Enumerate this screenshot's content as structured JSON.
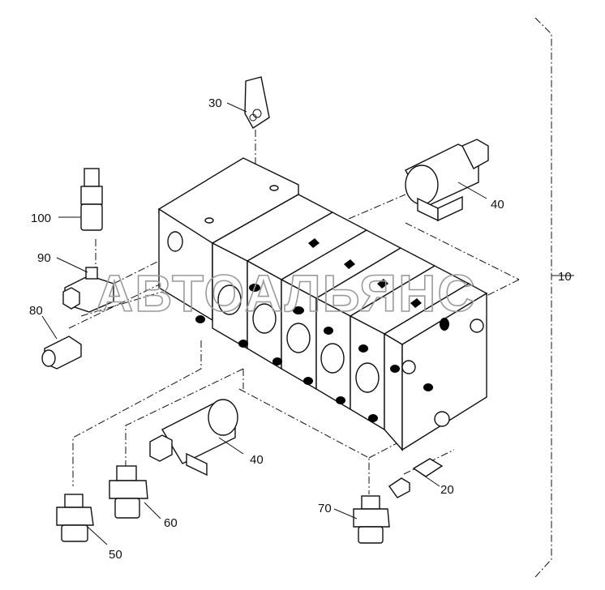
{
  "watermark": "АВТОАЛЬЯНС",
  "callouts": {
    "c10": "10",
    "c20": "20",
    "c30": "30",
    "c40a": "40",
    "c40b": "40",
    "c50": "50",
    "c60": "60",
    "c70": "70",
    "c80": "80",
    "c90": "90",
    "c100": "100"
  }
}
